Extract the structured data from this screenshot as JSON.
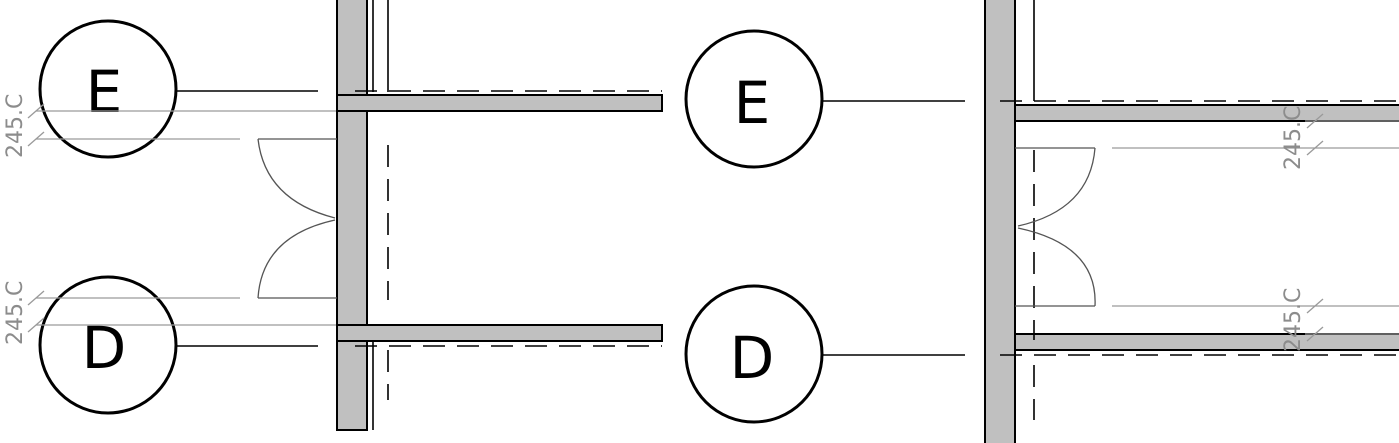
{
  "grid_lines": {
    "e_label": "E",
    "d_label": "D"
  },
  "dimensions": {
    "label": "245.C",
    "label_right_top": "245.C",
    "label_right_bottom": "245.C"
  },
  "colors": {
    "wall_fill": "#c0c0c0",
    "dimension": "#8c8c8c"
  }
}
